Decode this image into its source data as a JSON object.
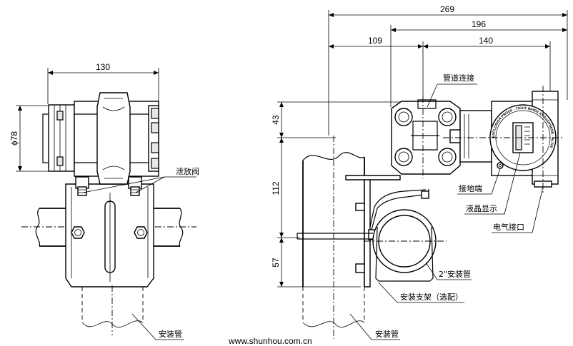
{
  "dimensions": {
    "front_width": "130",
    "front_diameter": "ϕ78",
    "overall_length": "269",
    "length_196": "196",
    "length_140": "140",
    "length_109": "109",
    "height_43": "43",
    "height_112": "112",
    "height_57": "57"
  },
  "labels": {
    "drain_valve": "泄放阀",
    "mount_pipe_left": "安装管",
    "process_connection": "管道连接",
    "ground_terminal": "接地端",
    "lcd_display": "液晶显示",
    "electrical_port": "电气接口",
    "pipe_2inch": "2\"安装管",
    "bracket_optional": "安装支架（选配）",
    "mount_pipe_right": "安装管"
  },
  "housing_text": {
    "ring": "EXPLOSION PROOF · TIGHT WHEN ATMOSPHERE · ALIVE"
  },
  "footer": {
    "website": "www.shunhou.com.cn"
  }
}
